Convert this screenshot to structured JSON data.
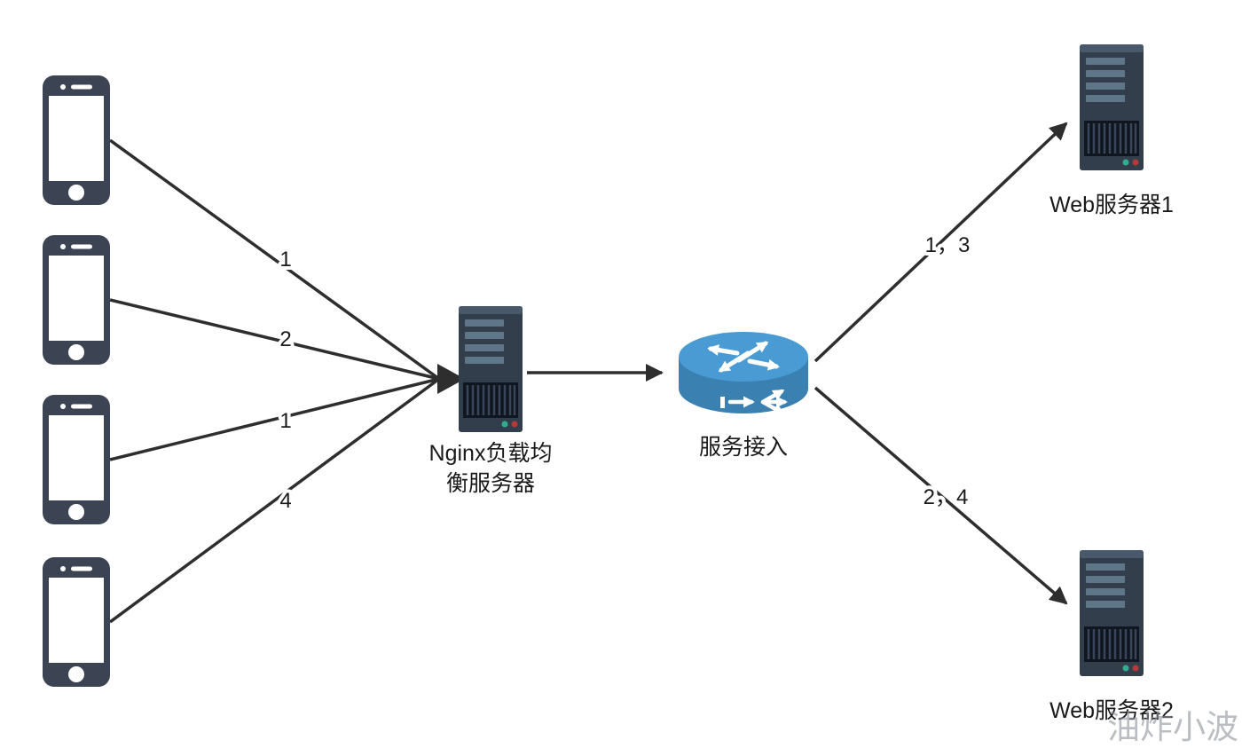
{
  "nodes": {
    "nginx_label_line1": "Nginx负载均",
    "nginx_label_line2": "衡服务器",
    "router_label": "服务接入",
    "web1_label": "Web服务器1",
    "web2_label": "Web服务器2"
  },
  "edges": {
    "phone1_label": "1",
    "phone2_label": "2",
    "phone3_label": "1",
    "phone4_label": "4",
    "web1_label": "1，3",
    "web2_label": "2，4"
  },
  "watermark": "油炸小波",
  "colors": {
    "phone_body": "#3c4454",
    "server_body": "#333e4c",
    "server_slat": "#5f7689",
    "router_top": "#4a9bd3",
    "router_body": "#3a80b0",
    "arrow": "#2e2e2e"
  }
}
